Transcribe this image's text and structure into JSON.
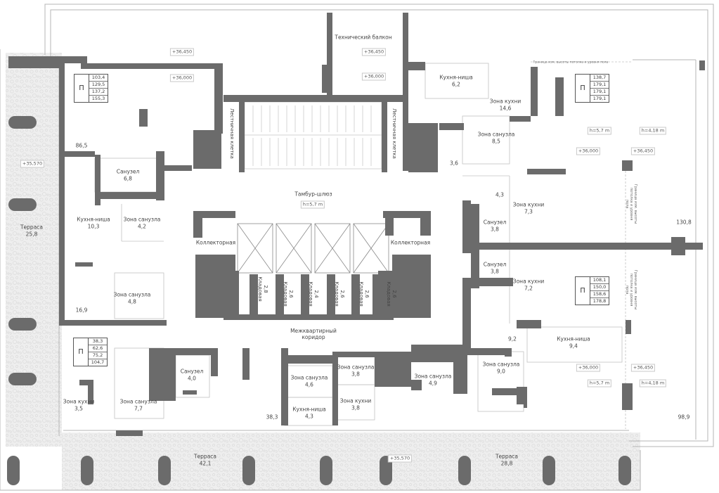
{
  "rooms": {
    "tech_balcony": "Технический балкон",
    "stair_left": "Лестничная клетка",
    "stair_right": "Лестничная клетка",
    "tambur": "Тамбур-шлюз",
    "corridor": "Межквартирный коридор",
    "collector_left": "Коллекторная",
    "collector_right": "Коллекторная",
    "terrace_left": {
      "name": "Терраса",
      "area": "25,8"
    },
    "terrace_bottom": {
      "name": "Терраса",
      "area": "42,1"
    },
    "terrace_bottom_right": {
      "name": "Терраса",
      "area": "28,8"
    },
    "apt_nw": {
      "area": "86,5"
    },
    "sanuzel_nw": {
      "name": "Санузел",
      "area": "6,8"
    },
    "kitchen_niche_w": {
      "name": "Кухня-ниша",
      "area": "10,3"
    },
    "bath_zone_w1": {
      "name": "Зона санузла",
      "area": "4,2"
    },
    "bath_zone_w2": {
      "name": "Зона санузла",
      "area": "4,8"
    },
    "apt_w": {
      "area": "16,9"
    },
    "kitchen_zone_sw": {
      "name": "Зона кухни",
      "area": "3,5"
    },
    "bath_zone_sw": {
      "name": "Зона санузла",
      "area": "7,7"
    },
    "sanuzel_s": {
      "name": "Санузел",
      "area": "4,0"
    },
    "apt_s": {
      "area": "38,3"
    },
    "bath_zone_s1": {
      "name": "Зона санузла",
      "area": "4,6"
    },
    "kitchen_niche_s": {
      "name": "Кухня-ниша",
      "area": "4,3"
    },
    "bath_zone_s2": {
      "name": "Зона санузла",
      "area": "3,8"
    },
    "kitchen_zone_s": {
      "name": "Зона кухни",
      "area": "3,8"
    },
    "bath_zone_s3": {
      "name": "Зона санузла",
      "area": "4,9"
    },
    "kitchen_niche_ne": {
      "name": "Кухня-ниша",
      "area": "6,2"
    },
    "kitchen_zone_ne": {
      "name": "Зона кухни",
      "area": "14,6"
    },
    "bath_zone_ne": {
      "name": "Зона санузла",
      "area": "8,5"
    },
    "apt_ne_small": {
      "area": "3,6"
    },
    "apt_e_small": {
      "area": "4,3"
    },
    "sanuzel_e1": {
      "name": "Санузел",
      "area": "3,8"
    },
    "kitchen_zone_e1": {
      "name": "Зона кухни",
      "area": "7,3"
    },
    "sanuzel_e2": {
      "name": "Санузел",
      "area": "3,8"
    },
    "kitchen_zone_e2": {
      "name": "Зона кухни",
      "area": "7,2"
    },
    "apt_e": {
      "area": "130,8"
    },
    "kitchen_niche_se": {
      "name": "Кухня-ниша",
      "area": "9,4"
    },
    "apt_se_small": {
      "area": "9,2"
    },
    "bath_zone_se": {
      "name": "Зона санузла",
      "area": "9,0"
    },
    "apt_se": {
      "area": "98,9"
    }
  },
  "storage": [
    {
      "name": "Кладовая",
      "area": "2,8"
    },
    {
      "name": "Кладовая",
      "area": "2,6"
    },
    {
      "name": "Кладовая",
      "area": "2,4"
    },
    {
      "name": "Кладовая",
      "area": "2,6"
    },
    {
      "name": "Кладовая",
      "area": "2,6"
    },
    {
      "name": "Кладовая",
      "area": "2,6"
    }
  ],
  "levels": {
    "top_left": "+36,450",
    "top_left_floor": "+36,000",
    "top_center": "+36,450",
    "top_center_floor": "+36,000",
    "terrace_left": "+35,570",
    "terrace_bottom": "+35,570",
    "ne_floor": "+36,000",
    "ne_top": "+36,450",
    "se_floor": "+36,000",
    "se_top": "+36,450",
    "tambur_height": "h=5,7 m",
    "ne_height_a": "h=5,7 m",
    "ne_height_b": "h=4,18 m",
    "se_height_a": "h=5,7 m",
    "se_height_b": "h=4,18 m"
  },
  "notes": {
    "boundary_top": "Граница изм. высоты потолка и уровня пола",
    "boundary_vertical_1": "Граница изм. высоты потолка и уровня пола",
    "boundary_vertical_2": "Граница изм. высоты потолка и уровня пола"
  },
  "p_tables": [
    {
      "label": "П",
      "values": [
        "103,4",
        "129,5",
        "137,2",
        "155,3"
      ]
    },
    {
      "label": "П",
      "values": [
        "138,7",
        "179,1",
        "179,1",
        "179,1"
      ]
    },
    {
      "label": "П",
      "values": [
        "108,1",
        "150,0",
        "158,6",
        "178,8"
      ]
    },
    {
      "label": "П",
      "values": [
        "38,3",
        "62,6",
        "75,2",
        "104,7"
      ]
    }
  ],
  "colors": {
    "wall": "#6b6b6b",
    "terrace": "#ededed",
    "line": "#b5b5b5"
  }
}
